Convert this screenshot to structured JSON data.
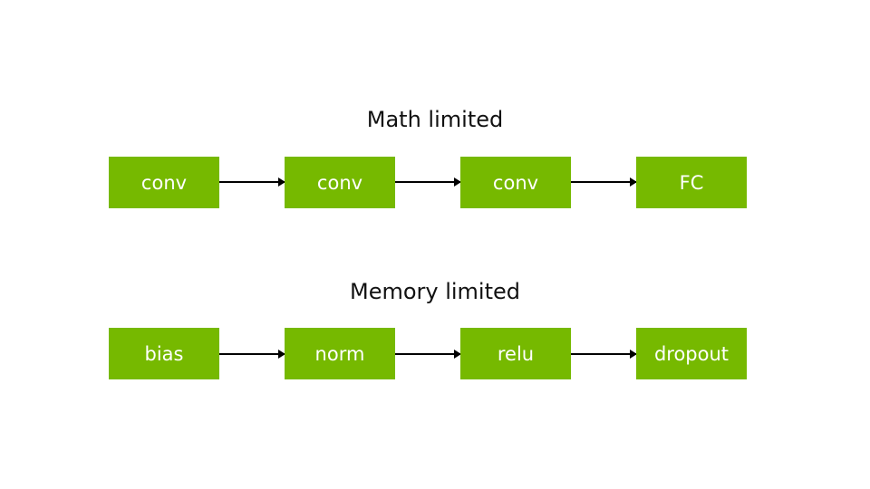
{
  "sections": [
    {
      "title": "Math limited",
      "nodes": [
        "conv",
        "conv",
        "conv",
        "FC"
      ]
    },
    {
      "title": "Memory limited",
      "nodes": [
        "bias",
        "norm",
        "relu",
        "dropout"
      ]
    }
  ],
  "colors": {
    "box_fill": "#76b900",
    "box_text": "#ffffff",
    "arrow": "#000000",
    "title_text": "#111111"
  }
}
